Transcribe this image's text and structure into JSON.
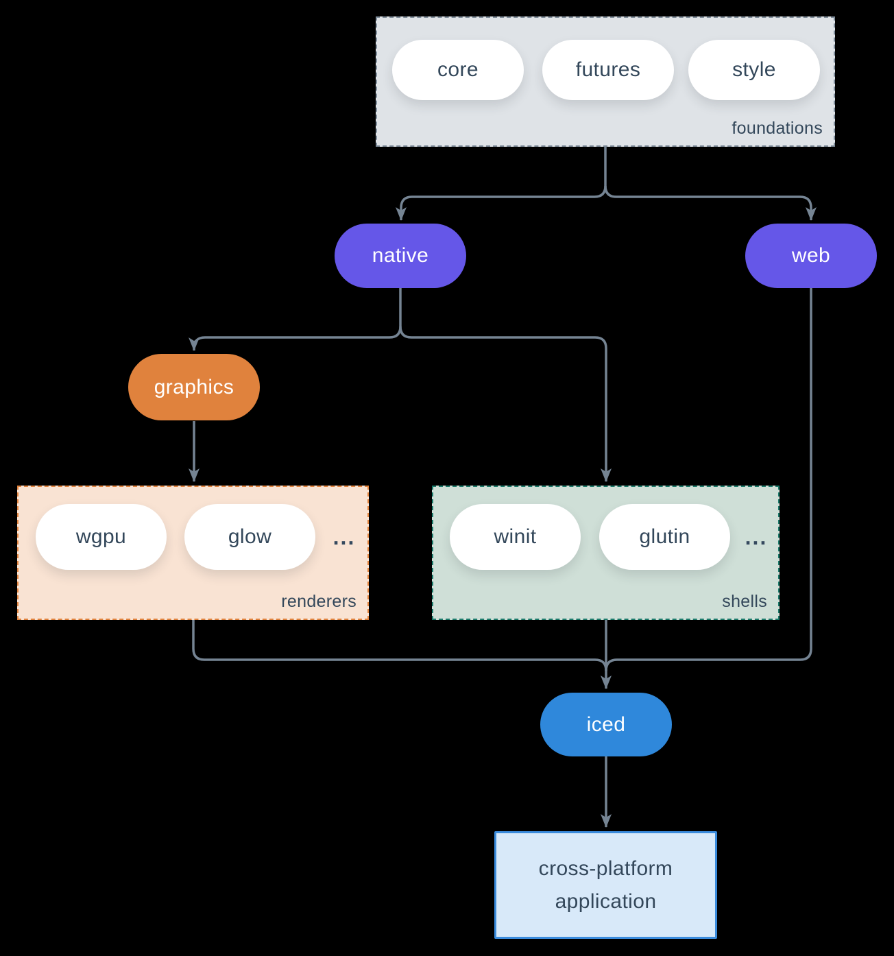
{
  "colors": {
    "background": "#000000",
    "line": "#758493",
    "purple": "#6557e8",
    "orange": "#e0823d",
    "blue": "#2f88db",
    "foundations_bg": "#dfe3e7",
    "foundations_border": "#7e8c9a",
    "renderers_bg": "#f9e3d3",
    "renderers_border": "#e0823d",
    "shells_bg": "#cfdfd7",
    "shells_border": "#1b7a6a",
    "app_bg": "#d8e9f9",
    "app_border": "#3a8bdc",
    "text_dark": "#33475a",
    "text_light": "#ffffff"
  },
  "foundations": {
    "label": "foundations",
    "pills": [
      "core",
      "futures",
      "style"
    ]
  },
  "branches": {
    "native": "native",
    "web": "web"
  },
  "graphics": {
    "label": "graphics"
  },
  "renderers": {
    "label": "renderers",
    "pills": [
      "wgpu",
      "glow"
    ],
    "ellipsis": "..."
  },
  "shells": {
    "label": "shells",
    "pills": [
      "winit",
      "glutin"
    ],
    "ellipsis": "..."
  },
  "iced": {
    "label": "iced"
  },
  "app": {
    "line1": "cross-platform",
    "line2": "application"
  },
  "edges": [
    {
      "from": "foundations",
      "to": "native"
    },
    {
      "from": "foundations",
      "to": "web"
    },
    {
      "from": "native",
      "to": "graphics"
    },
    {
      "from": "native",
      "to": "shells"
    },
    {
      "from": "graphics",
      "to": "renderers"
    },
    {
      "from": "renderers",
      "to": "iced"
    },
    {
      "from": "shells",
      "to": "iced"
    },
    {
      "from": "web",
      "to": "iced"
    },
    {
      "from": "iced",
      "to": "cross-platform application"
    }
  ]
}
